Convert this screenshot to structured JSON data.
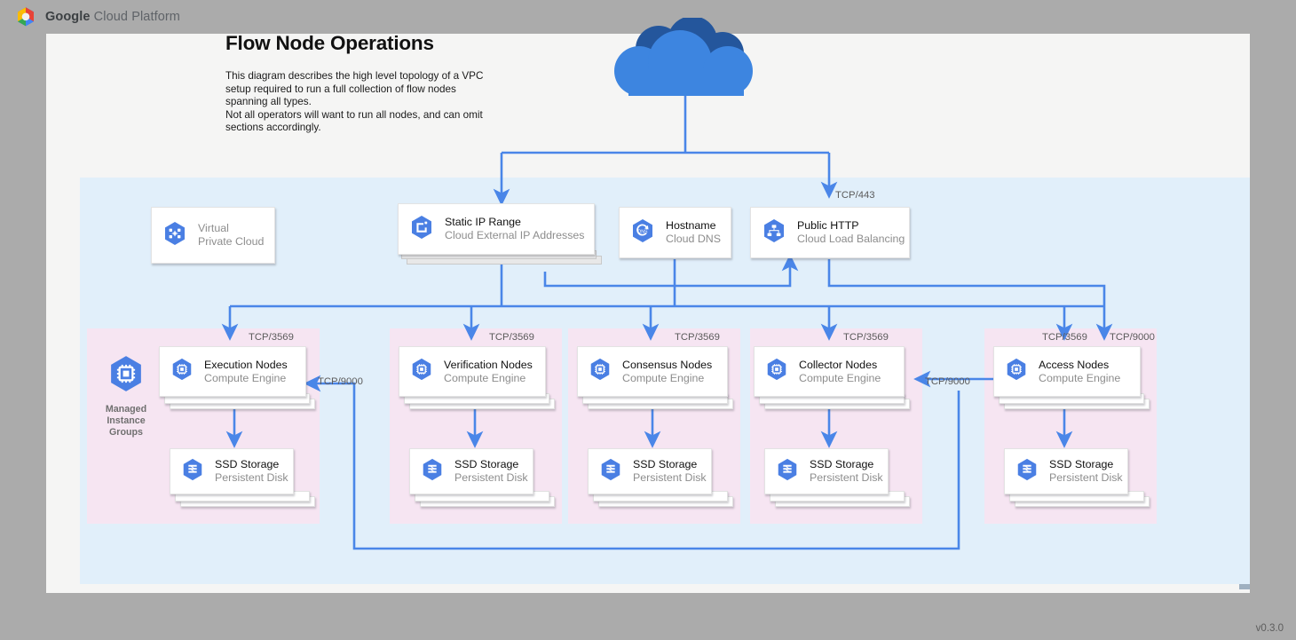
{
  "header": {
    "brand_bold": "Google",
    "brand_rest": " Cloud Platform",
    "logo_icon": "gcp-hexagon-logo"
  },
  "page": {
    "title": "Flow Node Operations",
    "description": "This diagram describes the high level topology of a VPC setup required to run a full collection of flow nodes spanning all types.\nNot all operators will want to run all nodes, and can omit sections accordingly.",
    "version": "v0.3.0"
  },
  "colors": {
    "accent_blue": "#4285f4",
    "connector_blue": "#4a86e8",
    "cloud_light": "#3d85e0",
    "cloud_dark": "#24569c",
    "vpc_panel": "#e1effa",
    "group_panel": "#f6e5f2",
    "canvas": "#f5f5f4",
    "page_bg": "#ababab"
  },
  "internet_cloud": {
    "icon": "cloud-icon",
    "label": ""
  },
  "top_nodes": [
    {
      "id": "vpc",
      "title": "Virtual",
      "subtitle": "Private Cloud",
      "icon": "virtual-private-cloud-icon",
      "stacked": false,
      "plain": true
    },
    {
      "id": "static-ip",
      "title": "Static IP Range",
      "subtitle": "Cloud External IP Addresses",
      "icon": "cloud-external-ip-icon",
      "stacked": true,
      "plain": false
    },
    {
      "id": "hostname",
      "title": "Hostname",
      "subtitle": "Cloud DNS",
      "icon": "cloud-dns-icon",
      "stacked": false,
      "plain": false
    },
    {
      "id": "public-http",
      "title": "Public HTTP",
      "subtitle": "Cloud Load Balancing",
      "icon": "cloud-load-balancing-icon",
      "stacked": false,
      "plain": false
    }
  ],
  "managed_instance_groups": {
    "label": "Managed\nInstance\nGroups",
    "icon": "managed-instance-groups-icon"
  },
  "groups": [
    {
      "id": "execution",
      "node": {
        "title": "Execution Nodes",
        "subtitle": "Compute Engine",
        "icon": "compute-engine-icon"
      },
      "storage": {
        "title": "SSD Storage",
        "subtitle": "Persistent Disk",
        "icon": "persistent-disk-icon"
      }
    },
    {
      "id": "verification",
      "node": {
        "title": "Verification Nodes",
        "subtitle": "Compute Engine",
        "icon": "compute-engine-icon"
      },
      "storage": {
        "title": "SSD Storage",
        "subtitle": "Persistent Disk",
        "icon": "persistent-disk-icon"
      }
    },
    {
      "id": "consensus",
      "node": {
        "title": "Consensus Nodes",
        "subtitle": "Compute Engine",
        "icon": "compute-engine-icon"
      },
      "storage": {
        "title": "SSD Storage",
        "subtitle": "Persistent Disk",
        "icon": "persistent-disk-icon"
      }
    },
    {
      "id": "collector",
      "node": {
        "title": "Collector Nodes",
        "subtitle": "Compute Engine",
        "icon": "compute-engine-icon"
      },
      "storage": {
        "title": "SSD Storage",
        "subtitle": "Persistent Disk",
        "icon": "persistent-disk-icon"
      }
    },
    {
      "id": "access",
      "node": {
        "title": "Access Nodes",
        "subtitle": "Compute Engine",
        "icon": "compute-engine-icon"
      },
      "storage": {
        "title": "SSD Storage",
        "subtitle": "Persistent Disk",
        "icon": "persistent-disk-icon"
      }
    }
  ],
  "port_labels": {
    "https": "TCP/443",
    "exec_in": "TCP/3569",
    "verif_in": "TCP/3569",
    "consensus_in": "TCP/3569",
    "collector_in": "TCP/3569",
    "access_in": "TCP/3569",
    "access_lb": "TCP/9000",
    "access_to_collector": "TCP/9000",
    "access_to_execution": "TCP/9000"
  }
}
